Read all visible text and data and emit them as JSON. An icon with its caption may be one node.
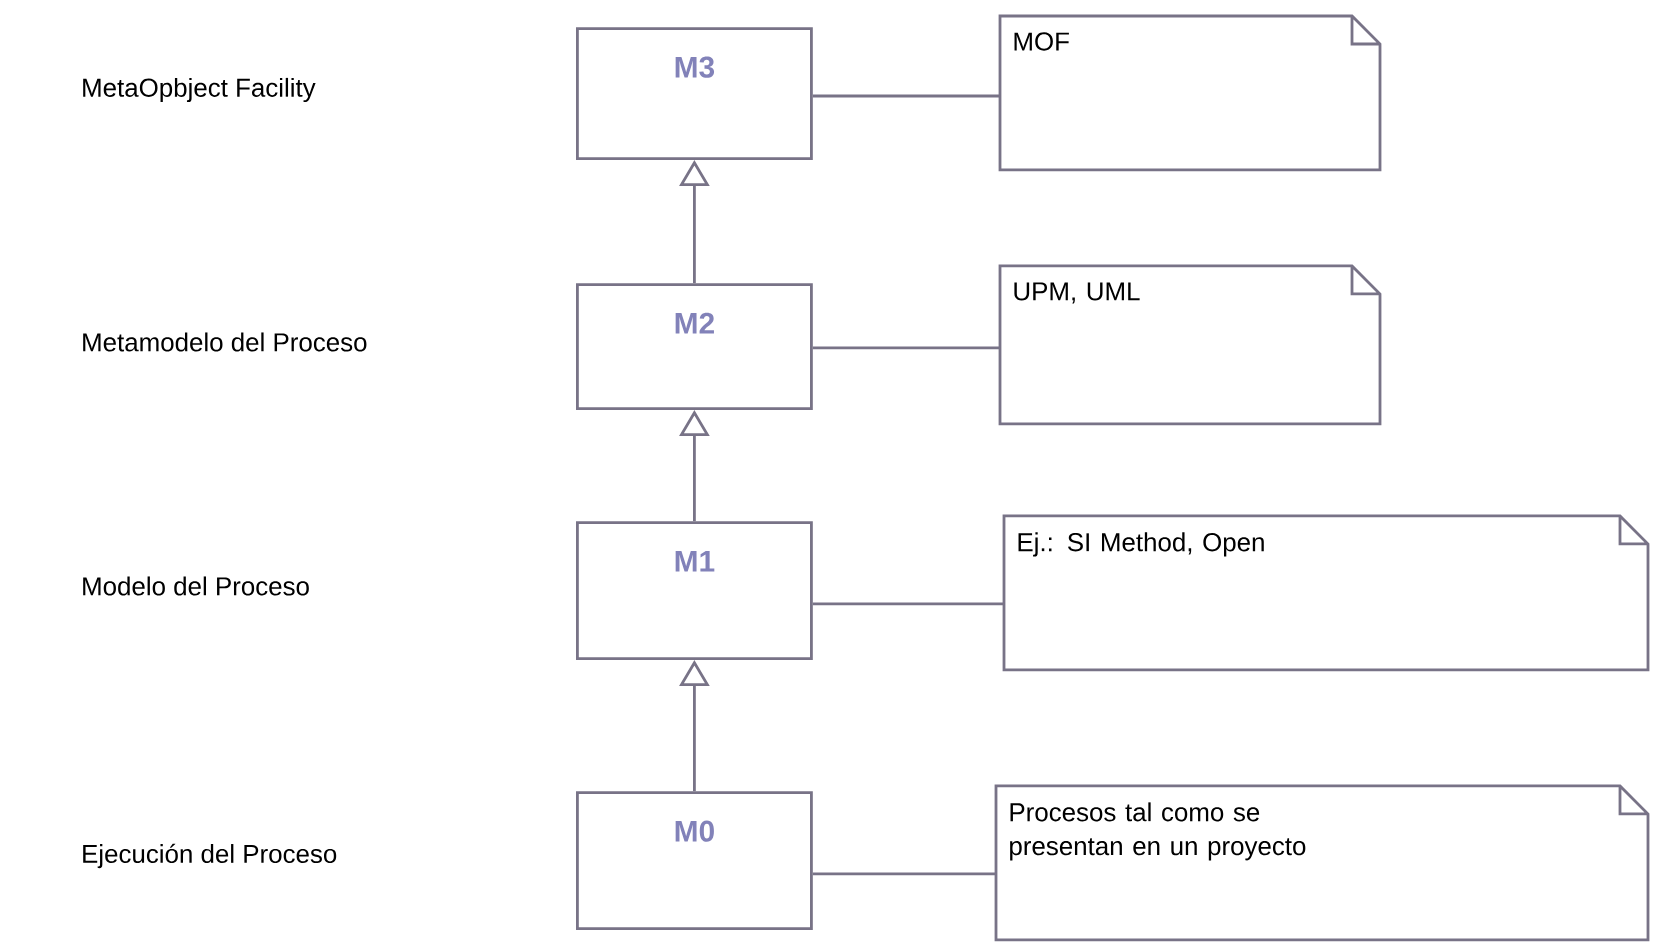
{
  "diagram": {
    "nodes": [
      {
        "text": [
          "M3"
        ]
      },
      {
        "text": [
          "M2"
        ]
      },
      {
        "text": [
          "M1"
        ]
      },
      {
        "text": [
          "M0"
        ]
      },
      {
        "text": [
          "MOF"
        ]
      },
      {
        "text": [
          "UPM, UML"
        ]
      },
      {
        "text": [
          "Ej.: SI Method, Open"
        ]
      },
      {
        "text": [
          "Procesos tal como se presentan en un proyecto"
        ]
      }
    ],
    "edges": [
      {
        "from": 1,
        "to": 0,
        "arrow": "to"
      },
      {
        "from": 2,
        "to": 1,
        "arrow": "to"
      },
      {
        "from": 3,
        "to": 2,
        "arrow": "to"
      },
      {
        "from": 0,
        "to": 4,
        "arrow": "none"
      },
      {
        "from": 1,
        "to": 5,
        "arrow": "none"
      },
      {
        "from": 2,
        "to": 6,
        "arrow": "none"
      },
      {
        "from": 3,
        "to": 7,
        "arrow": "none"
      }
    ],
    "labels": [
      "MetaOpbject Facility",
      "Metamodelo del Proceso",
      "Modelo del Proceso",
      "Ejecución del Proceso"
    ]
  }
}
